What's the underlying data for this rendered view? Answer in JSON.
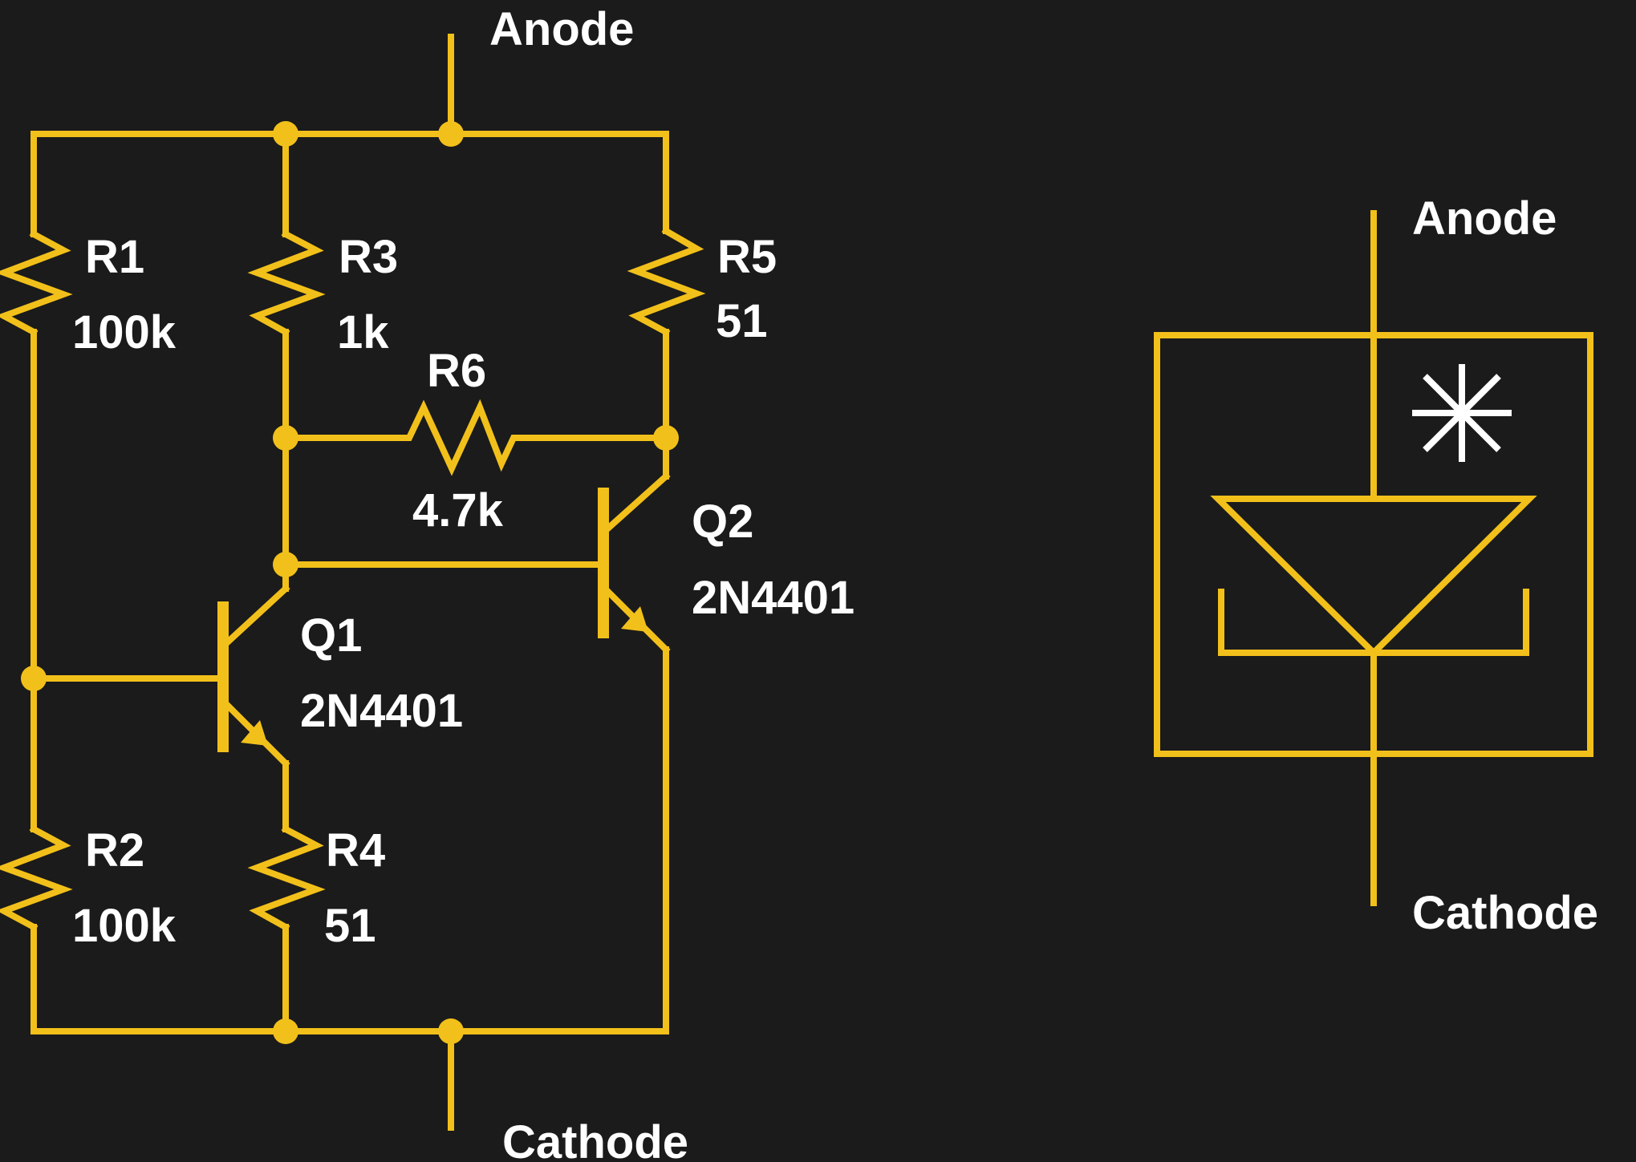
{
  "colors": {
    "background": "#1b1b1b",
    "wire": "#f2c01a",
    "label": "#ffffff"
  },
  "schematic": {
    "anode_label": "Anode",
    "cathode_label": "Cathode",
    "components": {
      "R1": {
        "ref": "R1",
        "value": "100k"
      },
      "R2": {
        "ref": "R2",
        "value": "100k"
      },
      "R3": {
        "ref": "R3",
        "value": "1k"
      },
      "R4": {
        "ref": "R4",
        "value": "51"
      },
      "R5": {
        "ref": "R5",
        "value": "51"
      },
      "R6": {
        "ref": "R6",
        "value": "4.7k"
      },
      "Q1": {
        "ref": "Q1",
        "value": "2N4401"
      },
      "Q2": {
        "ref": "Q2",
        "value": "2N4401"
      }
    }
  },
  "symbol": {
    "anode_label": "Anode",
    "cathode_label": "Cathode",
    "icon": "sparkle-icon"
  }
}
